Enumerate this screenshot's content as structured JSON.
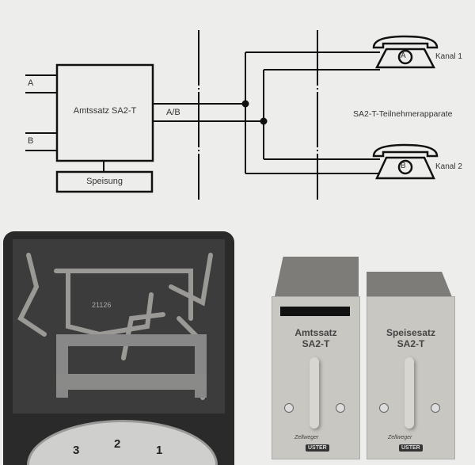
{
  "diagram": {
    "line_a_label": "A",
    "line_b_label": "B",
    "exchange_unit_label": "Amtssatz SA2-T",
    "power_label": "Speisung",
    "bus_label": "A/B",
    "subscriber_sets_label": "SA2-T-Teilnehmerapparate",
    "phone_a_letter": "A",
    "phone_b_letter": "B",
    "channel_1_label": "Kanal 1",
    "channel_2_label": "Kanal 2"
  },
  "photo_left": {
    "board_number": "21126",
    "dial_digits": [
      "3",
      "2",
      "1"
    ]
  },
  "photo_right": {
    "module_1_line1": "Amtssatz",
    "module_1_line2": "SA2-T",
    "module_2_line1": "Speisesatz",
    "module_2_line2": "SA2-T",
    "brand": "USTER",
    "signature": "Zellweger"
  }
}
